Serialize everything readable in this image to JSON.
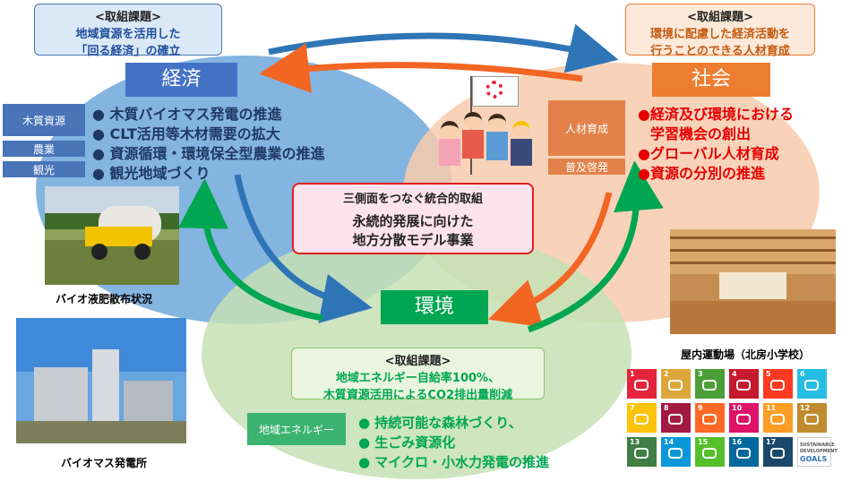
{
  "economy": {
    "challenge_heading": "<取組課題>",
    "challenge_line1": "地域資源を活用した",
    "challenge_line2": "「回る経済」の確立",
    "title": "経済",
    "tags": [
      "木質資源",
      "農業",
      "観光"
    ],
    "bullets": [
      "● 木質バイオマス発電の推進",
      "● CLT活用等木材需要の拡大",
      "● 資源循環・環境保全型農業の推進",
      "● 観光地域づくり"
    ],
    "photo_caption": "バイオ液肥散布状況"
  },
  "society": {
    "challenge_heading": "<取組課題>",
    "challenge_line1": "環境に配慮した経済活動を",
    "challenge_line2": "行うことのできる人材育成",
    "title": "社会",
    "tag_hr": "人材育成",
    "tag_promo": "普及啓発",
    "bullets": [
      "●経済及び環境における",
      "学習機会の創出",
      "●グローバル人材育成",
      "●資源の分別の推進"
    ],
    "photo_caption": "屋内運動場（北房小学校）"
  },
  "center": {
    "line1": "三側面をつなぐ統合的取組",
    "line2": "永続的発展に向けた",
    "line3": "地方分散モデル事業"
  },
  "environment": {
    "title": "環境",
    "challenge_heading": "<取組課題>",
    "challenge_line1": "地域エネルギー自給率100%、",
    "challenge_line2": "木質資源活用によるCO2排出量削減",
    "tag": "地域エネルギー",
    "bullets": [
      "● 持続可能な森林づくり、",
      "● 生ごみ資源化",
      "● マイクロ・小水力発電の推進"
    ],
    "photo_caption": "バイオマス発電所"
  },
  "sdgs": {
    "goals_text_line1": "SUSTAINABLE",
    "goals_text_line2": "DEVELOPMENT",
    "goals_text_line3": "GOALS",
    "tiles": [
      {
        "num": "1",
        "color": "#e5243b"
      },
      {
        "num": "2",
        "color": "#dda63a"
      },
      {
        "num": "3",
        "color": "#4c9f38"
      },
      {
        "num": "4",
        "color": "#c5192d"
      },
      {
        "num": "5",
        "color": "#ff3a21"
      },
      {
        "num": "6",
        "color": "#26bde2"
      },
      {
        "num": "7",
        "color": "#fcc30b"
      },
      {
        "num": "8",
        "color": "#a21942"
      },
      {
        "num": "9",
        "color": "#fd6925"
      },
      {
        "num": "10",
        "color": "#dd1367"
      },
      {
        "num": "11",
        "color": "#fd9d24"
      },
      {
        "num": "12",
        "color": "#bf8b2e"
      },
      {
        "num": "13",
        "color": "#3f7e44"
      },
      {
        "num": "14",
        "color": "#0a97d9"
      },
      {
        "num": "15",
        "color": "#56c02b"
      },
      {
        "num": "16",
        "color": "#00689d"
      },
      {
        "num": "17",
        "color": "#19486a"
      }
    ]
  },
  "colors": {
    "economy": "#5b9bd5",
    "society": "#f4b183",
    "environment": "#a9d18e",
    "economy_title_bg": "#4472c4",
    "society_title_bg": "#ed7d31",
    "env_title_bg": "#00a651",
    "red_text": "#e60000",
    "blue_text": "#1f4e9c",
    "green_text": "#00a651"
  }
}
